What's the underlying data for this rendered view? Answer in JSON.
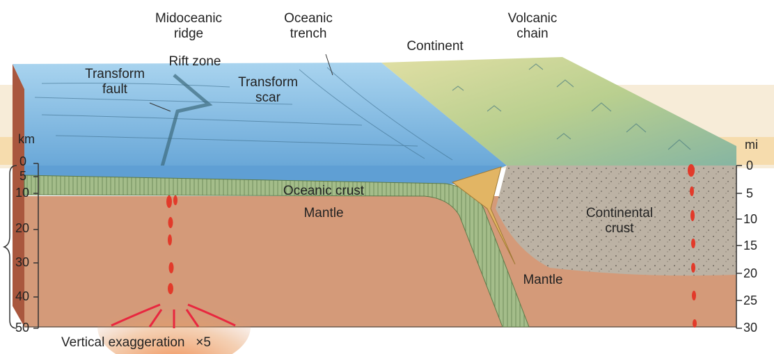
{
  "labels": {
    "midoceanic_ridge": "Midoceanic\nridge",
    "oceanic_trench": "Oceanic\ntrench",
    "volcanic_chain": "Volcanic\nchain",
    "continent": "Continent",
    "rift_zone": "Rift zone",
    "transform_fault": "Transform\nfault",
    "transform_scar": "Transform\nscar",
    "oceanic_crust": "Oceanic crust",
    "mantle_left": "Mantle",
    "continental_crust": "Continental\ncrust",
    "mantle_right": "Mantle",
    "vertical_exaggeration": "Vertical exaggeration   ×5"
  },
  "axes": {
    "km": {
      "unit": "km",
      "ticks": [
        "0",
        "5",
        "10",
        "20",
        "30",
        "40",
        "50"
      ]
    },
    "mi": {
      "unit": "mi",
      "ticks": [
        "0",
        "5",
        "10",
        "15",
        "20",
        "25",
        "30"
      ]
    }
  },
  "colors": {
    "ocean": "#8fc3e6",
    "ocean_deep": "#5f9fd4",
    "oceanic_crust": "#9db987",
    "mantle": "#d69c7c",
    "continental_crust": "#b8aea0",
    "land": "#cfd59a",
    "magma": "#e23a2a",
    "highlight_band": "#f6d9a6"
  }
}
